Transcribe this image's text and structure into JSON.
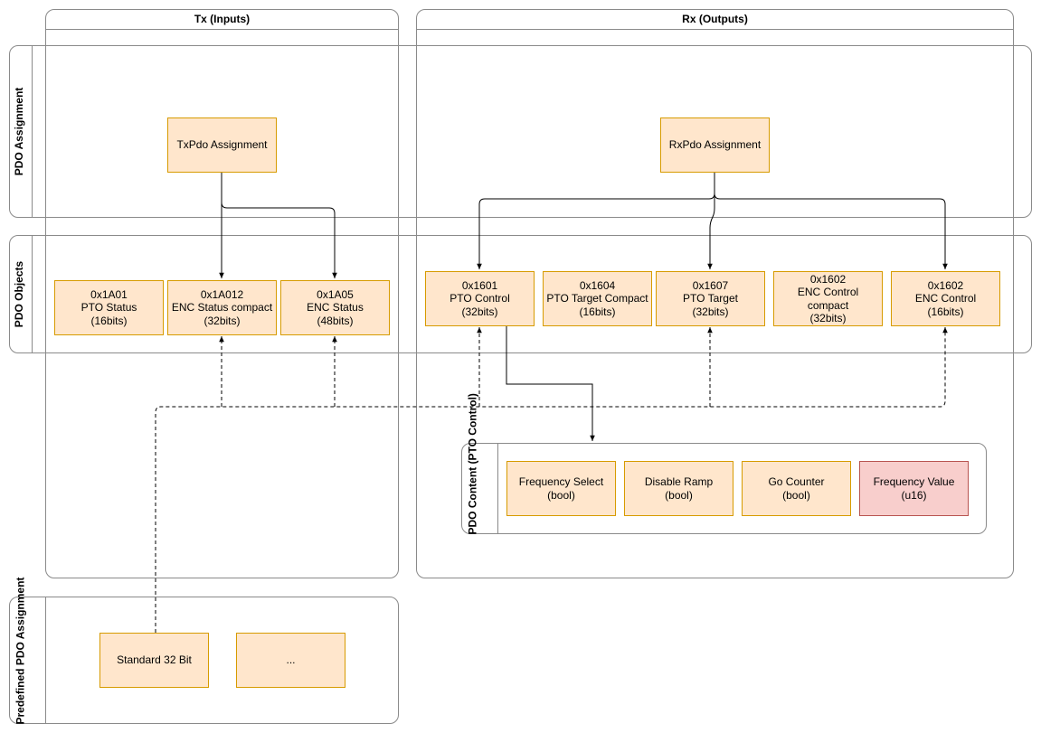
{
  "columns": {
    "tx": "Tx (Inputs)",
    "rx": "Rx (Outputs)"
  },
  "rows": {
    "assignment": "PDO Assignment",
    "objects": "PDO Objects",
    "predefined": "Predefined PDO\nAssignment",
    "content": "PDO Content\n(PTO Control)"
  },
  "assignment_nodes": {
    "tx": "TxPdo Assignment",
    "rx": "RxPdo Assignment"
  },
  "tx_objects": [
    "0x1A01\nPTO Status\n(16bits)",
    "0x1A012\nENC Status compact\n(32bits)",
    "0x1A05\nENC Status\n(48bits)"
  ],
  "rx_objects": [
    "0x1601\nPTO Control\n(32bits)",
    "0x1604\nPTO Target Compact\n(16bits)",
    "0x1607\nPTO Target\n(32bits)",
    "0x1602\nENC Control compact\n(32bits)",
    "0x1602\nENC Control\n(16bits)"
  ],
  "content_items": [
    "Frequency Select\n(bool)",
    "Disable Ramp\n(bool)",
    "Go Counter\n(bool)",
    "Frequency Value\n(u16)"
  ],
  "predefined_items": [
    "Standard 32 Bit",
    "..."
  ],
  "colors": {
    "box_fill": "#ffe6cc",
    "box_stroke": "#d79b00",
    "highlight_fill": "#f8cecc",
    "highlight_stroke": "#b85450",
    "lane_stroke": "#8a8a8a"
  }
}
